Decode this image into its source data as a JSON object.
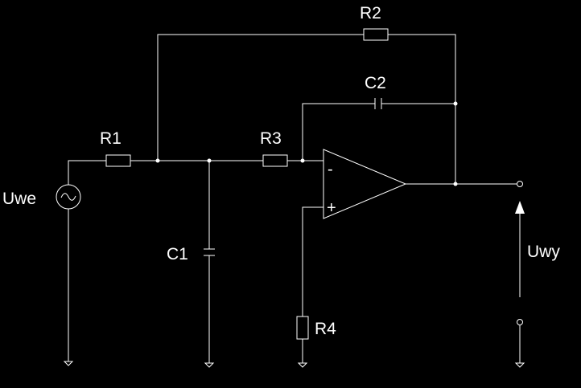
{
  "diagram": {
    "background_color": "#000000",
    "line_color": "#ffffff",
    "components": {
      "r1": "R1",
      "r2": "R2",
      "r3": "R3",
      "r4": "R4",
      "c1": "C1",
      "c2": "C2"
    },
    "opamp": {
      "inverting": "-",
      "non_inverting": "+"
    },
    "source_label": "Uwe",
    "output_label": "Uwy"
  }
}
